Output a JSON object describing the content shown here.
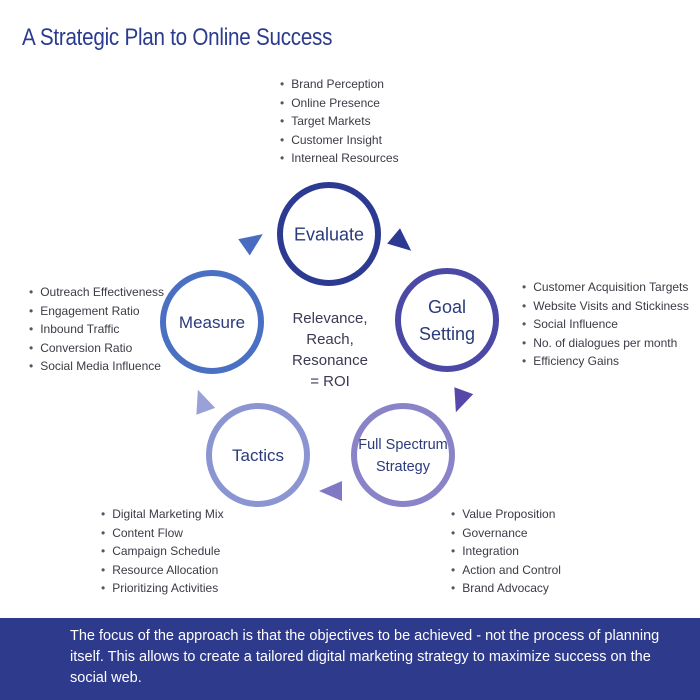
{
  "title": "A Strategic Plan to Online Success",
  "center": {
    "lines": [
      "Relevance,",
      "Reach,",
      "Resonance",
      "= ROI"
    ]
  },
  "nodes": [
    {
      "id": "evaluate",
      "label_lines": [
        "Evaluate"
      ],
      "color": "#2c3a92"
    },
    {
      "id": "goal-setting",
      "label_lines": [
        "Goal",
        "Setting"
      ],
      "color": "#4a4aa6"
    },
    {
      "id": "full-spectrum-strategy",
      "label_lines": [
        "Full Spectrum",
        "Strategy"
      ],
      "color": "#8a83c8"
    },
    {
      "id": "tactics",
      "label_lines": [
        "Tactics"
      ],
      "color": "#8a95d2"
    },
    {
      "id": "measure",
      "label_lines": [
        "Measure"
      ],
      "color": "#4a70c4"
    }
  ],
  "lists": {
    "evaluate": [
      "Brand Perception",
      "Online Presence",
      "Target Markets",
      "Customer Insight",
      "Interneal Resources"
    ],
    "goal_setting": [
      "Customer Acquisition Targets",
      "Website Visits and Stickiness",
      "Social Influence",
      "No. of dialogues per month",
      "Efficiency Gains"
    ],
    "full_spectrum": [
      "Value Proposition",
      "Governance",
      "Integration",
      "Action and Control",
      "Brand Advocacy"
    ],
    "tactics": [
      "Digital Marketing Mix",
      "Content Flow",
      "Campaign Schedule",
      "Resource Allocation",
      "Prioritizing Activities"
    ],
    "measure": [
      "Outreach Effectiveness",
      "Engagement Ratio",
      "Inbound Traffic",
      "Conversion Ratio",
      "Social Media Influence"
    ]
  },
  "arrow_colors": [
    "#2c3a92",
    "#5648a8",
    "#7f79c4",
    "#9aa0d8",
    "#4a6cc0"
  ],
  "footer": {
    "text": "The focus of the approach is that the objectives to be achieved - not the process of planning itself. This allows to create a tailored digital marketing strategy to maximize success on the social web."
  }
}
